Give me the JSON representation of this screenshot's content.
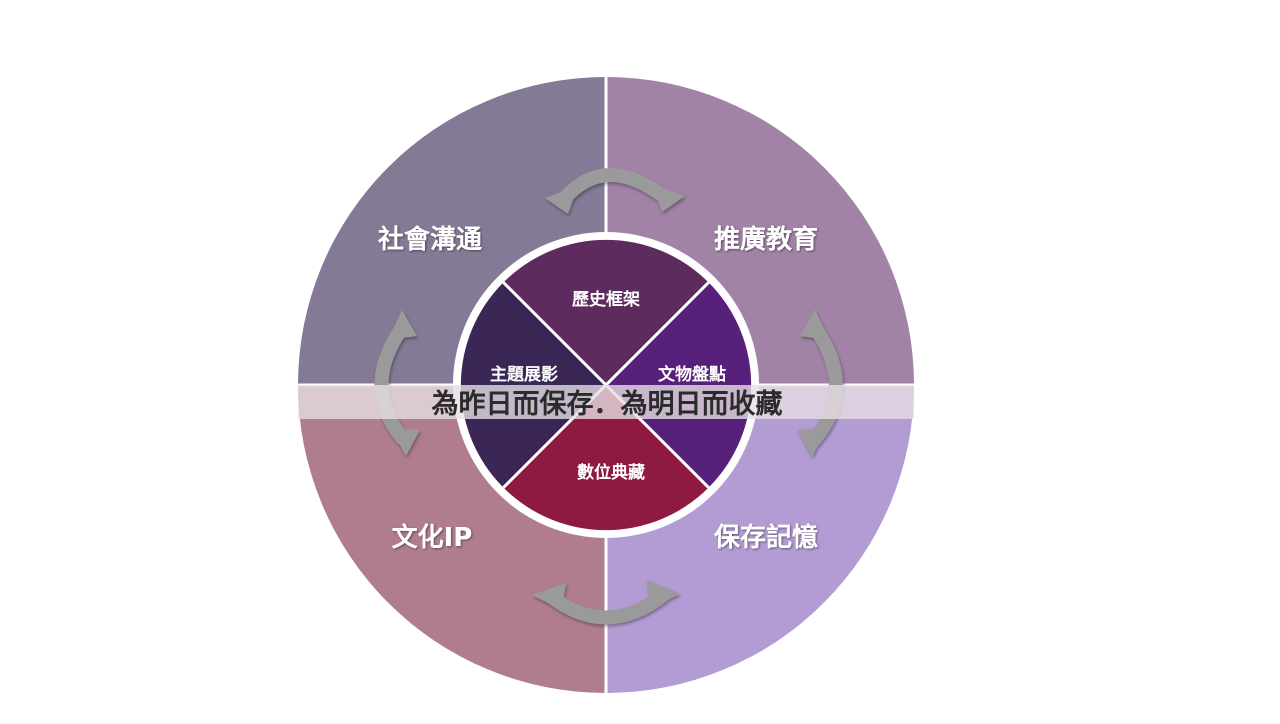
{
  "diagram": {
    "center_banner": "為昨日而保存．為明日而收藏",
    "outer_quadrants": {
      "top_left": {
        "label": "社會溝通",
        "color": "#857a96"
      },
      "top_right": {
        "label": "推廣教育",
        "color": "#a183a6"
      },
      "bottom_left": {
        "label": "文化IP",
        "color": "#b07d8e"
      },
      "bottom_right": {
        "label": "保存記憶",
        "color": "#b39cd3"
      }
    },
    "inner_sectors": {
      "top": {
        "label": "歷史框架",
        "color": "#5e2b5e"
      },
      "right": {
        "label": "文物盤點",
        "color": "#57207a"
      },
      "bottom": {
        "label": "數位典藏",
        "color": "#8e1a3f"
      },
      "left": {
        "label": "主題展影",
        "color": "#3a2756"
      }
    },
    "arrow_color": "#9a9a9a",
    "ring_color": "#ffffff",
    "banner_color": "#e6dde4"
  }
}
